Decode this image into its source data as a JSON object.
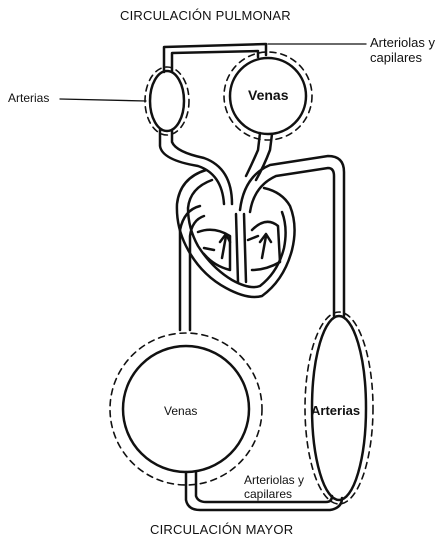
{
  "titles": {
    "pulmonary": "CIRCULACIÓN PULMONAR",
    "systemic": "CIRCULACIÓN MAYOR"
  },
  "labels": {
    "arterias_left": "Arterias",
    "arteriolas_top_line1": "Arteriolas y",
    "arteriolas_top_line2": "capilares",
    "venas_top": "Venas",
    "venas_bottom": "Venas",
    "arterias_right": "Arterias",
    "arteriolas_bottom_line1": "Arteriolas y",
    "arteriolas_bottom_line2": "capilares"
  },
  "colors": {
    "ink": "#111111",
    "background": "#ffffff"
  }
}
